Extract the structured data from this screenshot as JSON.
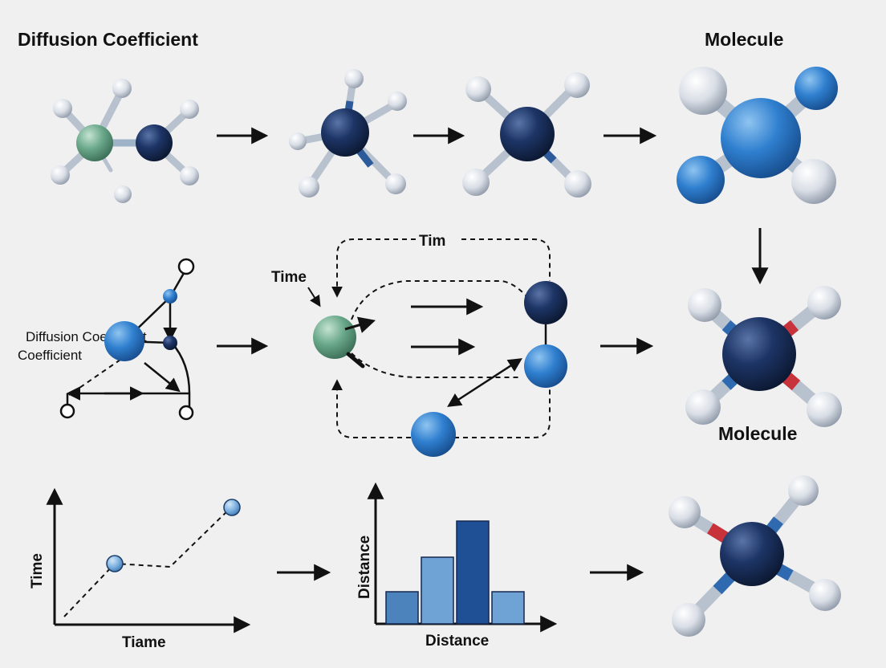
{
  "labels": {
    "title_left": "Diffusion Coefficient",
    "title_right": "Molecule",
    "diffusion_coefficient": "Diffusion Coefficient",
    "time_label": "Time",
    "tim_label": "Tim",
    "molecule_label": "Molecule",
    "graph_y_label": "Time",
    "graph_x_label": "Tiame",
    "hist_y_label": "Distance",
    "hist_x_label": "Distance"
  },
  "histogram": {
    "values": [
      40,
      83,
      128,
      40
    ]
  },
  "colors": {
    "background": "#f0f0f0",
    "dark_navy": "#152850",
    "mid_blue": "#2f7fcf",
    "light_blue": "#6fa3d6",
    "green": "#6aa88a",
    "white_atom": "#e6eaef",
    "red_bond": "#c8323a",
    "ink": "#111111"
  }
}
